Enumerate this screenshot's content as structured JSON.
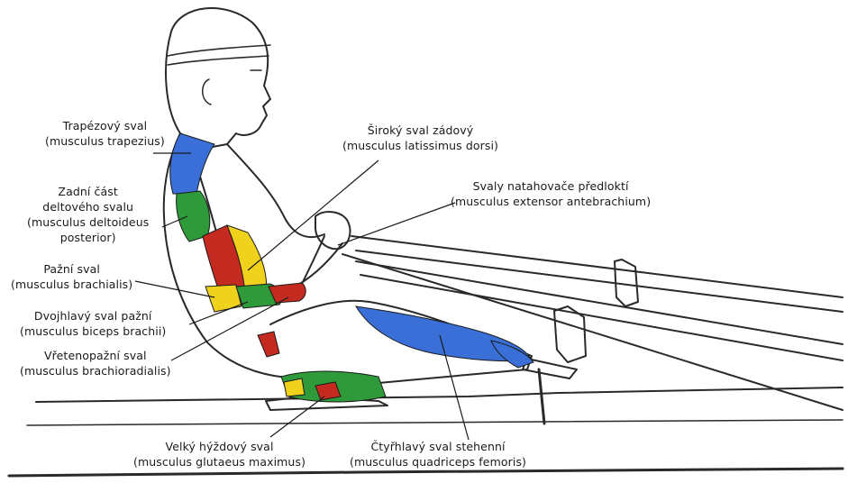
{
  "labels": {
    "trapezius": {
      "name": "Trapézový sval",
      "latin": "(musculus trapezius)"
    },
    "deltoid": {
      "line1": "Zadní část",
      "line2": "deltového svalu",
      "line3": "(musculus deltoideus",
      "line4": "posterior)"
    },
    "brachialis": {
      "name": "Pažní sval",
      "latin": "(musculus brachialis)"
    },
    "biceps": {
      "name": "Dvojhlavý sval pažní",
      "latin": "(musculus biceps brachii)"
    },
    "brachioradialis": {
      "name": "Vřetenopažní sval",
      "latin": "(musculus brachioradialis)"
    },
    "latissimus": {
      "name": "Široký sval zádový",
      "latin": "(musculus latissimus dorsi)"
    },
    "extensor": {
      "name": "Svaly natahovače předloktí",
      "latin": "(musculus extensor antebrachium)"
    },
    "gluteus": {
      "name": "Velký hýždový sval",
      "latin": "(musculus glutaeus maximus)"
    },
    "quadriceps": {
      "name": "Čtyřhlavý sval stehenní",
      "latin": "(musculus quadriceps femoris)"
    }
  },
  "colors": {
    "blue": "#3a6fd8",
    "green": "#2e9a3a",
    "red": "#c42a1f",
    "yellow": "#f0d21c",
    "ink": "#1a1a1a"
  }
}
